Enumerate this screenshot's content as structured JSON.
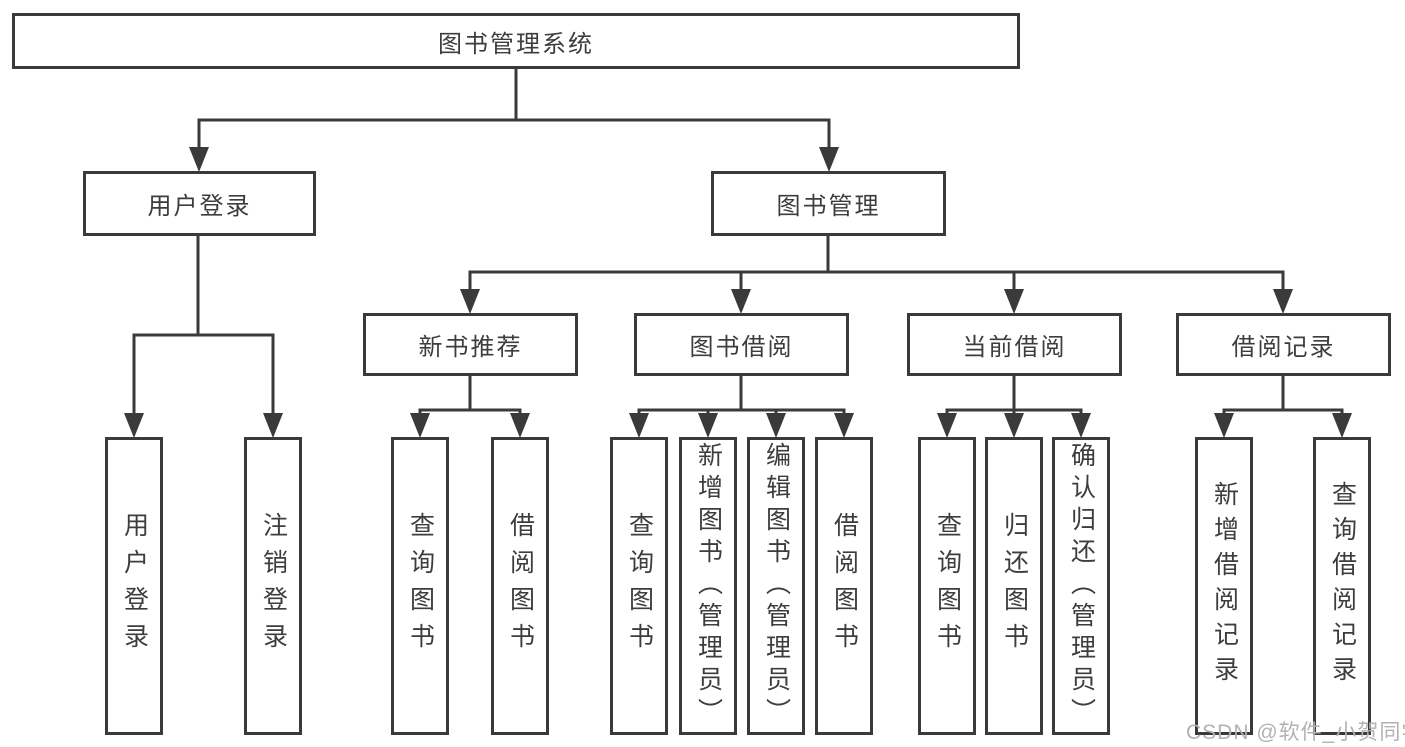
{
  "root": {
    "label": "图书管理系统"
  },
  "user_login": {
    "label": "用户登录",
    "leaves": [
      "用户登录",
      "注销登录"
    ]
  },
  "book_management": {
    "label": "图书管理",
    "groups": [
      {
        "label": "新书推荐",
        "leaves": [
          "查询图书",
          "借阅图书"
        ]
      },
      {
        "label": "图书借阅",
        "leaves": [
          "查询图书",
          "新增图书（管理员）",
          "编辑图书（管理员）",
          "借阅图书"
        ]
      },
      {
        "label": "当前借阅",
        "leaves": [
          "查询图书",
          "归还图书",
          "确认归还（管理员）"
        ]
      },
      {
        "label": "借阅记录",
        "leaves": [
          "新增借阅记录",
          "查询借阅记录"
        ]
      }
    ]
  },
  "watermark": {
    "text": "CSDN @软件_小贺同学",
    "color": "#b2b2b2"
  },
  "colors": {
    "line": "#3a3a3a",
    "text": "#3d3d3d",
    "background": "#ffffff"
  }
}
